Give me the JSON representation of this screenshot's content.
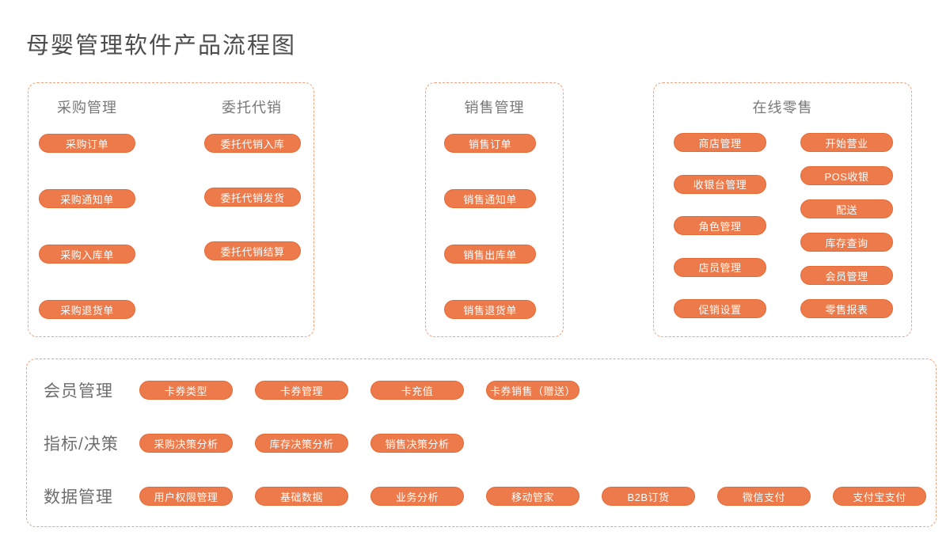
{
  "title": "母婴管理软件产品流程图",
  "colors": {
    "accent": "#ED7A4B",
    "accent_border": "#E66A36",
    "dashed_border": "#F3A07C",
    "title_text": "#4E4E4E",
    "header_text": "#787878",
    "label_text": "#6E6E6E",
    "button_text": "#FFFFFF"
  },
  "panels": {
    "purchase": {
      "headers": [
        "采购管理",
        "委托代销"
      ],
      "col1": [
        "采购订单",
        "采购通知单",
        "采购入库单",
        "采购退货单"
      ],
      "col2": [
        "委托代销入库",
        "委托代销发货",
        "委托代销结算"
      ]
    },
    "sales": {
      "header": "销售管理",
      "col1": [
        "销售订单",
        "销售通知单",
        "销售出库单",
        "销售退货单"
      ]
    },
    "retail": {
      "header": "在线零售",
      "col1": [
        "商店管理",
        "收银台管理",
        "角色管理",
        "店员管理",
        "促销设置"
      ],
      "col2": [
        "开始营业",
        "POS收银",
        "配送",
        "库存查询",
        "会员管理",
        "零售报表"
      ]
    }
  },
  "bottom": {
    "rows": [
      {
        "label": "会员管理",
        "buttons": [
          "卡券类型",
          "卡券管理",
          "卡充值",
          "卡券销售（赠送）"
        ]
      },
      {
        "label": "指标/决策",
        "buttons": [
          "采购决策分析",
          "库存决策分析",
          "销售决策分析"
        ]
      },
      {
        "label": "数据管理",
        "buttons": [
          "用户权限管理",
          "基础数据",
          "业务分析",
          "移动管家",
          "B2B订货",
          "微信支付",
          "支付宝支付"
        ]
      }
    ]
  }
}
